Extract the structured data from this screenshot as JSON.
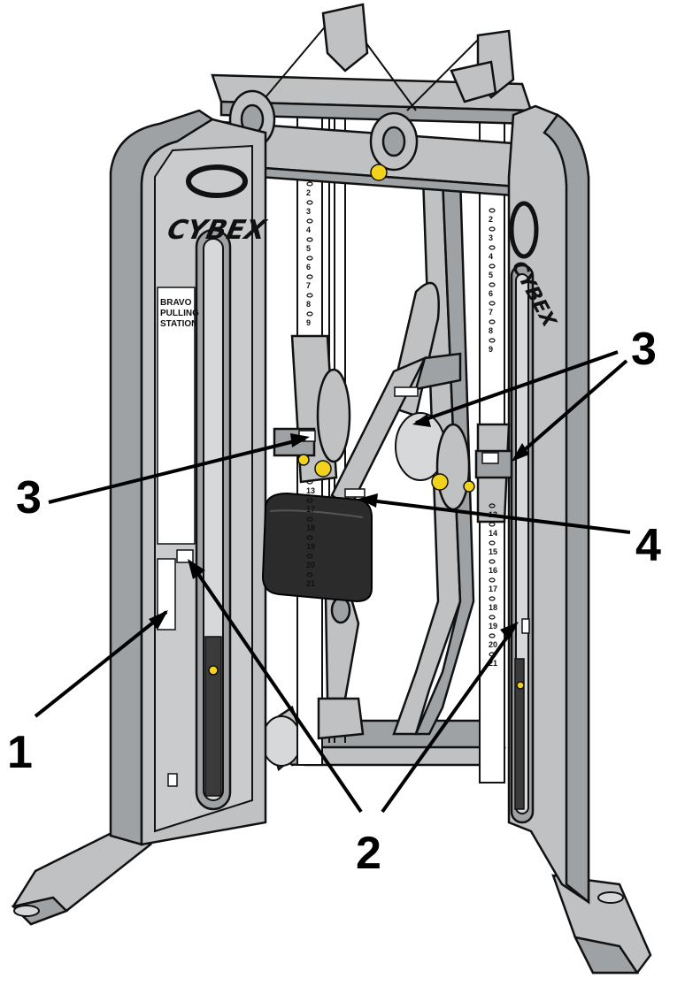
{
  "machine": {
    "brand_left": "CYBEX",
    "brand_right": "CYBEX",
    "decal_lines": [
      "BRAVO",
      "PULLING",
      "STATION"
    ]
  },
  "rail_left": {
    "numbers": [
      "2",
      "3",
      "4",
      "5",
      "6",
      "7",
      "8",
      "9",
      "13",
      "17",
      "18",
      "19",
      "20",
      "21"
    ]
  },
  "rail_right": {
    "numbers": [
      "2",
      "3",
      "4",
      "5",
      "6",
      "7",
      "8",
      "9",
      "13",
      "14",
      "15",
      "16",
      "17",
      "18",
      "19",
      "20",
      "21"
    ]
  },
  "callouts": [
    {
      "label": "1"
    },
    {
      "label": "2"
    },
    {
      "label": "3"
    },
    {
      "label": "3"
    },
    {
      "label": "4"
    }
  ],
  "colors": {
    "frame": "#bfc1c3",
    "pad": "#2b2b2b",
    "accent": "#f2d21b"
  }
}
